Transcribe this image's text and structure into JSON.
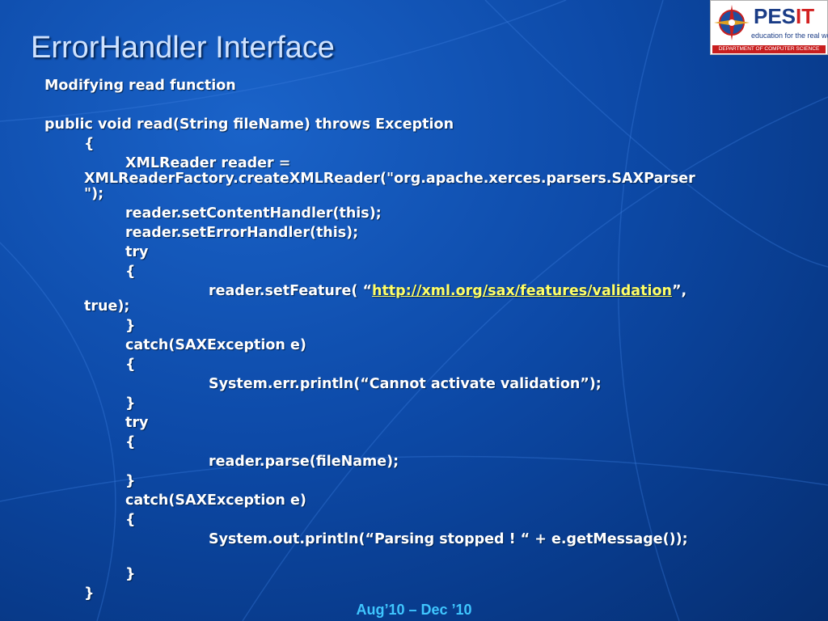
{
  "slide": {
    "title": "ErrorHandler Interface",
    "footer": "Aug’10 – Dec ’10"
  },
  "logo": {
    "name_part1": "PES",
    "name_part2": "IT",
    "tagline": "education for the real world",
    "department": "DEPARTMENT OF COMPUTER SCIENCE"
  },
  "code": {
    "heading": "Modifying read function",
    "signature": "public void read(String fileName) throws Exception",
    "open_brace": "{",
    "close_brace": "}",
    "xmlreader_decl": "XMLReader reader =",
    "xmlreader_factory": "XMLReaderFactory.createXMLReader(\"org.apache.xerces.parsers.SAXParser",
    "xmlreader_end": "\");",
    "set_content_handler": "reader.setContentHandler(this);",
    "set_error_handler": "reader.setErrorHandler(this);",
    "try_kw": "try",
    "set_feature_prefix": "reader.setFeature( “",
    "feature_url": "http://xml.org/sax/features/validation",
    "set_feature_suffix": "”,",
    "true_end": "true);",
    "catch_sax": "catch(SAXException e)",
    "err_println": "System.err.println(“Cannot activate validation”);",
    "parse_call": "reader.parse(fileName);",
    "out_println": "System.out.println(“Parsing stopped ! “ + e.getMessage());"
  },
  "colors": {
    "background": "#0d4aa8",
    "title": "#cfe3ff",
    "code_text": "#ffffff",
    "link": "#ffff66",
    "footer": "#3fc6ff"
  }
}
